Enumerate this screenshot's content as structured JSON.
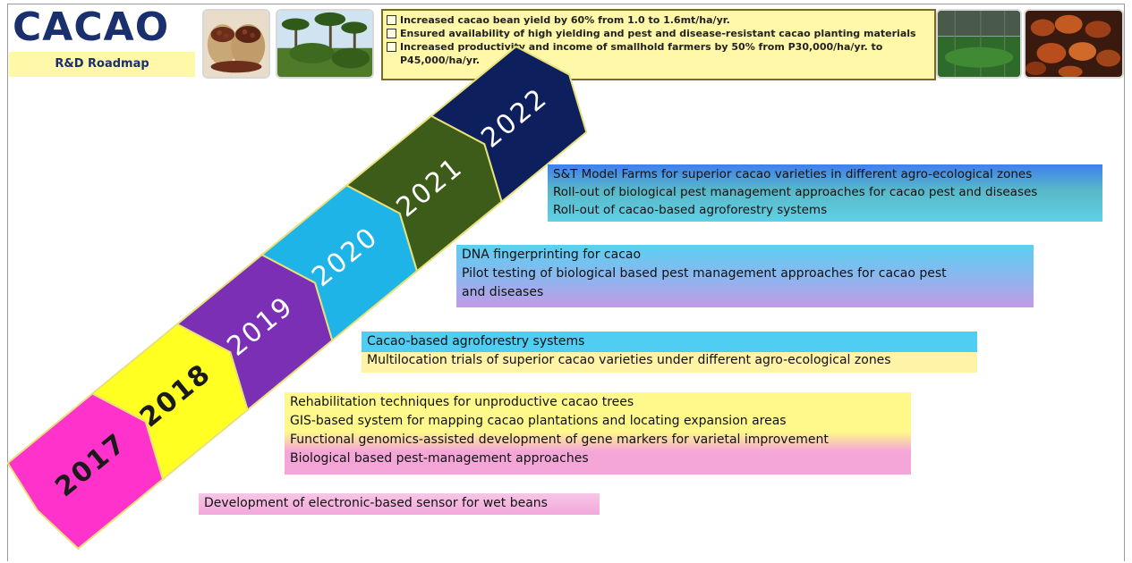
{
  "header": {
    "title": "CACAO",
    "subtitle": "R&D Roadmap",
    "images": [
      "cacao-beans-sacks-photo",
      "cacao-farm-palm-photo",
      "cacao-nursery-greenhouse-photo",
      "cacao-pods-pile-photo"
    ]
  },
  "goals": [
    "Increased cacao bean yield by 60% from 1.0 to 1.6mt/ha/yr.",
    "Ensured availability of high yielding and pest and disease-resistant cacao planting materials",
    "Increased productivity and income of smallhold farmers by 50% from P30,000/ha/yr. to P45,000/ha/yr."
  ],
  "years": [
    {
      "label": "2017",
      "color": "#ff33cc"
    },
    {
      "label": "2018",
      "color": "#ffff22"
    },
    {
      "label": "2019",
      "color": "#7a2fb5"
    },
    {
      "label": "2020",
      "color": "#1fb4e8"
    },
    {
      "label": "2021",
      "color": "#3d5c1a"
    },
    {
      "label": "2022",
      "color": "#0d1f5c"
    }
  ],
  "roadmap": {
    "y2017": [
      "Development of electronic-based sensor for wet beans"
    ],
    "y2018": [
      "Rehabilitation techniques for unproductive cacao trees",
      "GIS-based system for mapping cacao plantations and locating expansion areas",
      "Functional genomics-assisted development of gene markers for varietal improvement",
      "Biological based pest-management approaches"
    ],
    "y2019": [
      "Cacao-based agroforestry systems",
      "Multilocation trials of superior cacao varieties under different agro-ecological zones"
    ],
    "y2020": [
      "DNA fingerprinting for cacao",
      "Pilot testing of biological based pest management approaches for cacao pest",
      "and diseases"
    ],
    "y2021": [
      "S&T Model Farms for superior cacao varieties in different agro-ecological zones",
      "Roll-out of biological pest management approaches for cacao pest and diseases",
      "Roll-out of cacao-based agroforestry systems"
    ]
  },
  "colors": {
    "pink": "#f4a6d9",
    "yellow": "#fff88a",
    "cyan": "#5ad0f2",
    "violet": "#b89ae6",
    "blue": "#3f7ff0",
    "green": "#6fcf6f",
    "navy_text": "#1a2f6e"
  }
}
